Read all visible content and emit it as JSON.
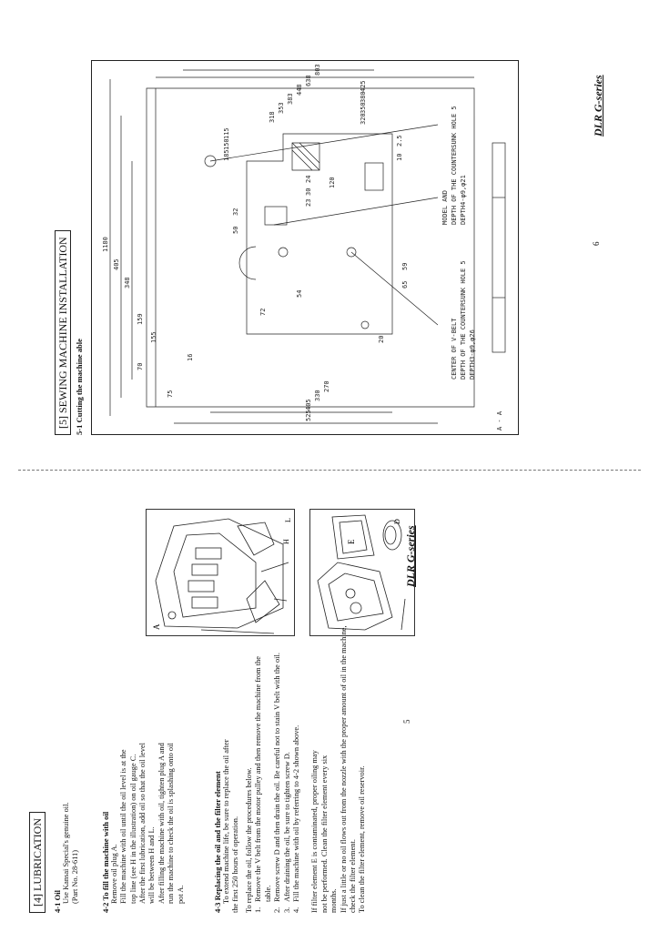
{
  "lubrication": {
    "section_title": "[4] LUBRICATION",
    "oil": {
      "heading": "4-1 Oil",
      "lines": [
        "Use Kansai Special's genuine oil.",
        "(Part No. 28-611)"
      ]
    },
    "fill": {
      "heading": "4-2 To fill the machine with oil",
      "lines": [
        "Remove oil plug A.",
        "Fill the machine with oil until the oil level is at the",
        "top line (see H in the illustration) on oil gauge C.",
        "After the first lubrication, add oil so that the oil level",
        "will be between H and L.",
        "After filling the machine with oil, tighten plug A and",
        "run the machine to check the oil is splashing onto oil",
        "pot A."
      ]
    },
    "replace": {
      "heading": "4-3 Replacing the oil and the filter element",
      "intro": [
        "To extend machine life, be sure to replace the oil after",
        "the first 250 hours of operation."
      ],
      "procedure_intro": "To replace the oil, follow the procedures below.",
      "steps": [
        {
          "num": "1.",
          "text": "Remove the V belt from the motor pulley and then remove the machine from the table."
        },
        {
          "num": "2.",
          "text": "Remove screw D and then drain the oil. Be careful not to stain V belt with the oil."
        },
        {
          "num": "3.",
          "text": "After draining the oil, be sure to tighten screw D."
        },
        {
          "num": "4.",
          "text": "Fill the machine with oil by referring to 4-2 shown above."
        }
      ],
      "notes": [
        "If filter element E is contaminated, proper oiling may",
        "not be performed.   Clean the filter element every six",
        "months.",
        "If just a little or no oil flows out from the nozzle with the proper amount of oil in the machine,",
        "check the filter element.",
        "To clean the filter element, remove oil reservoir."
      ]
    },
    "fig1_labels": {
      "a": "A",
      "h": "H",
      "l": "L"
    },
    "fig2_labels": {
      "e": "E",
      "d": "D"
    },
    "page_number": "5",
    "series": "DLR G-series"
  },
  "installation": {
    "section_title": "[5] SEWING MACHINE INSTALLATION",
    "subheading": "5-1 Cutting the machine able",
    "section_marker": "A - A",
    "dimensions": [
      "1180",
      "405",
      "348",
      "159",
      "70",
      "75",
      "525",
      "405",
      "330",
      "270",
      "803",
      "638",
      "448",
      "383",
      "353",
      "318",
      "72",
      "50",
      "32",
      "20",
      "23",
      "30",
      "54",
      "24",
      "120",
      "320",
      "350",
      "380",
      "425",
      "16",
      "185",
      "150",
      "115",
      "155",
      "10",
      "2.5",
      "65",
      "59"
    ],
    "annotations": [
      "CENTER OF V-BELT",
      "DEPTH OF THE COUNTERSUNK HOLE 5",
      "DEPTH OF THE COUNTERSUNK HOLE 5",
      "MODEL AND",
      "DEPTH4-φ9,φ21",
      "DEPTH3-φ9,φ26"
    ],
    "page_number": "6",
    "series": "DLR G-series"
  }
}
